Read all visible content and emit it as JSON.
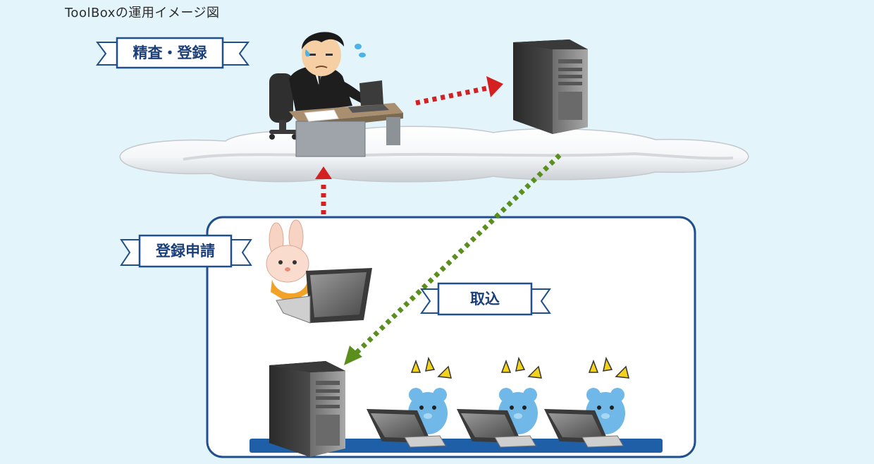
{
  "title": "ToolBoxの運用イメージ図",
  "labels": {
    "review_register": "精査・登録",
    "register_request": "登録申請",
    "import": "取込"
  },
  "colors": {
    "background": "#e3f4fb",
    "ribbon_border": "#1f4f8c",
    "ribbon_text": "#1b3f7a",
    "arrow_red": "#d42020",
    "arrow_green": "#5a8f1e",
    "panel_border": "#1f4f8c",
    "desk_strip": "#1f5fa8"
  },
  "icons": [
    "office-worker-icon",
    "server-tower-icon",
    "rabbit-with-laptop-icon",
    "mouse-with-laptop-icon",
    "cloud-icon"
  ]
}
